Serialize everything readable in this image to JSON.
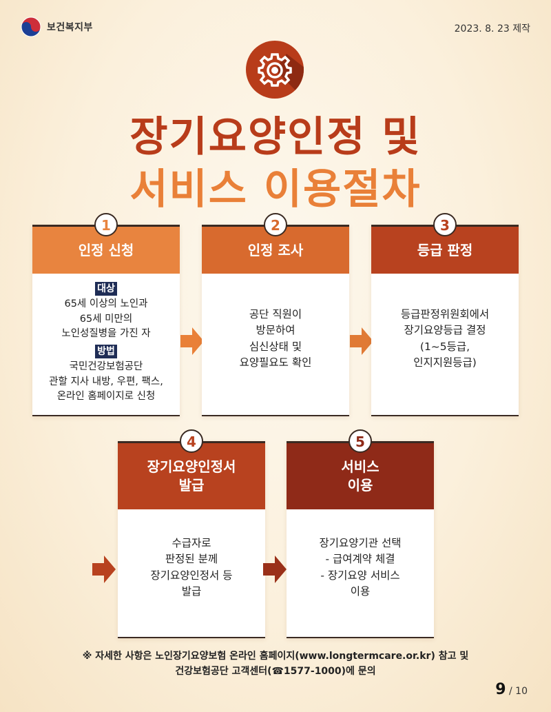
{
  "header": {
    "ministry": "보건복지부",
    "date": "2023. 8. 23 제작"
  },
  "title": {
    "line1": "장기요양인정 및",
    "line2": "서비스 이용절차"
  },
  "steps": [
    {
      "number": "1",
      "title": "인정 신청",
      "target_tag": "대상",
      "target_lines": [
        "65세 이상의 노인과",
        "65세 미만의",
        "노인성질병을 가진 자"
      ],
      "method_tag": "방법",
      "method_lines": [
        "국민건강보험공단",
        "관할 지사 내방, 우편, 팩스,",
        "온라인 홈페이지로 신청"
      ]
    },
    {
      "number": "2",
      "title": "인정 조사",
      "lines": [
        "공단 직원이",
        "방문하여",
        "심신상태 및",
        "요양필요도 확인"
      ]
    },
    {
      "number": "3",
      "title": "등급 판정",
      "lines": [
        "등급판정위원회에서",
        "장기요양등급 결정",
        "(1~5등급,",
        "인지지원등급)"
      ]
    },
    {
      "number": "4",
      "title_line1": "장기요양인정서",
      "title_line2": "발급",
      "lines": [
        "수급자로",
        "판정된 분께",
        "장기요양인정서 등",
        "발급"
      ]
    },
    {
      "number": "5",
      "title_line1": "서비스",
      "title_line2": "이용",
      "lines": [
        "장기요양기관 선택",
        "- 급여계약 체결",
        "- 장기요양 서비스",
        "이용"
      ]
    }
  ],
  "note": {
    "line1": "※ 자세한 사항은 노인장기요양보험 온라인 홈페이지(www.longtermcare.or.kr) 참고 및",
    "line2": "건강보험공단 고객센터(☎1577-1000)에 문의"
  },
  "page": {
    "current": "9",
    "total": "/ 10"
  },
  "colors": {
    "title_dark": "#b83c1a",
    "title_light": "#e98038",
    "step1": "#e8843f",
    "step2": "#d86a2e",
    "step3": "#b8421f",
    "step4": "#b8421f",
    "step5": "#8f2a18",
    "navy": "#1f2d56"
  }
}
